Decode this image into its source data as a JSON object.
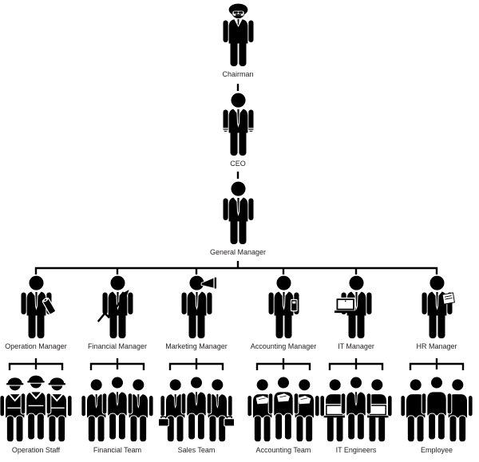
{
  "colors": {
    "figure": "#000000",
    "text": "#231f20",
    "line": "#000000",
    "background": "#ffffff"
  },
  "hierarchy": {
    "top": [
      {
        "label": "Chairman",
        "icon": "chairman-suit-icon"
      },
      {
        "label": "CEO",
        "icon": "businessman-tie-icon"
      },
      {
        "label": "General Manager",
        "icon": "businessman-tie-icon"
      }
    ],
    "managers": [
      {
        "label": "Operation Manager",
        "icon": "manager-blueprint-icon"
      },
      {
        "label": "Financial Manager",
        "icon": "manager-growth-arrow-icon"
      },
      {
        "label": "Marketing Manager",
        "icon": "manager-megaphone-icon"
      },
      {
        "label": "Accounting Manager",
        "icon": "manager-calculator-icon"
      },
      {
        "label": "IT Manager",
        "icon": "manager-laptop-icon"
      },
      {
        "label": "HR Manager",
        "icon": "manager-documents-icon"
      }
    ],
    "teams": [
      {
        "label": "Operation Staff",
        "icon": "construction-workers-group-icon"
      },
      {
        "label": "Financial Team",
        "icon": "business-team-group-icon"
      },
      {
        "label": "Sales Team",
        "icon": "sales-team-briefcase-group-icon"
      },
      {
        "label": "Accounting Team",
        "icon": "accounting-team-documents-group-icon"
      },
      {
        "label": "IT Engineers",
        "icon": "it-engineers-laptops-group-icon"
      },
      {
        "label": "Employee",
        "icon": "employees-group-icon"
      }
    ]
  }
}
